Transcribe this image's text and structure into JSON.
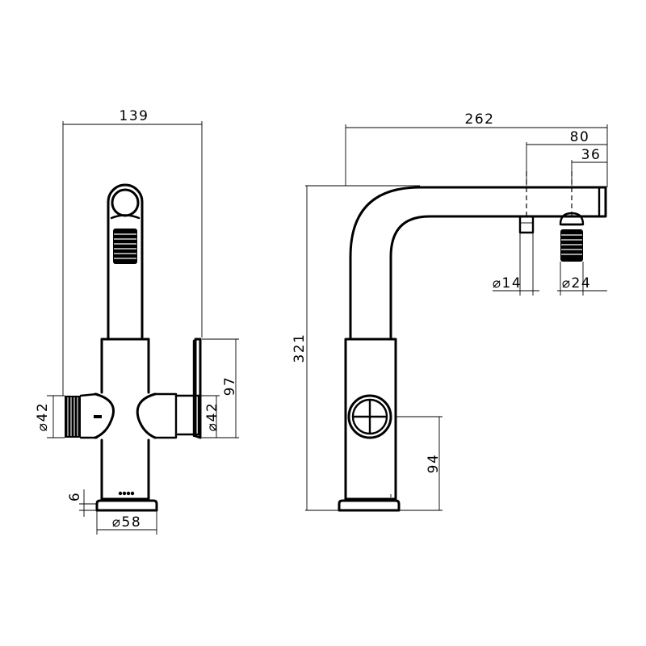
{
  "front_view": {
    "width_label": "139",
    "left_handle_dia_label": "⌀42",
    "right_handle_dia_label": "⌀42",
    "right_height_label": "97",
    "base_thickness_label": "6",
    "base_dia_label": "⌀58"
  },
  "side_view": {
    "width_label": "262",
    "spout_offset_label": "80",
    "aerator_offset_label": "36",
    "height_label": "321",
    "small_outlet_dia_label": "⌀14",
    "aerator_dia_label": "⌀24",
    "handle_height_label": "94"
  }
}
